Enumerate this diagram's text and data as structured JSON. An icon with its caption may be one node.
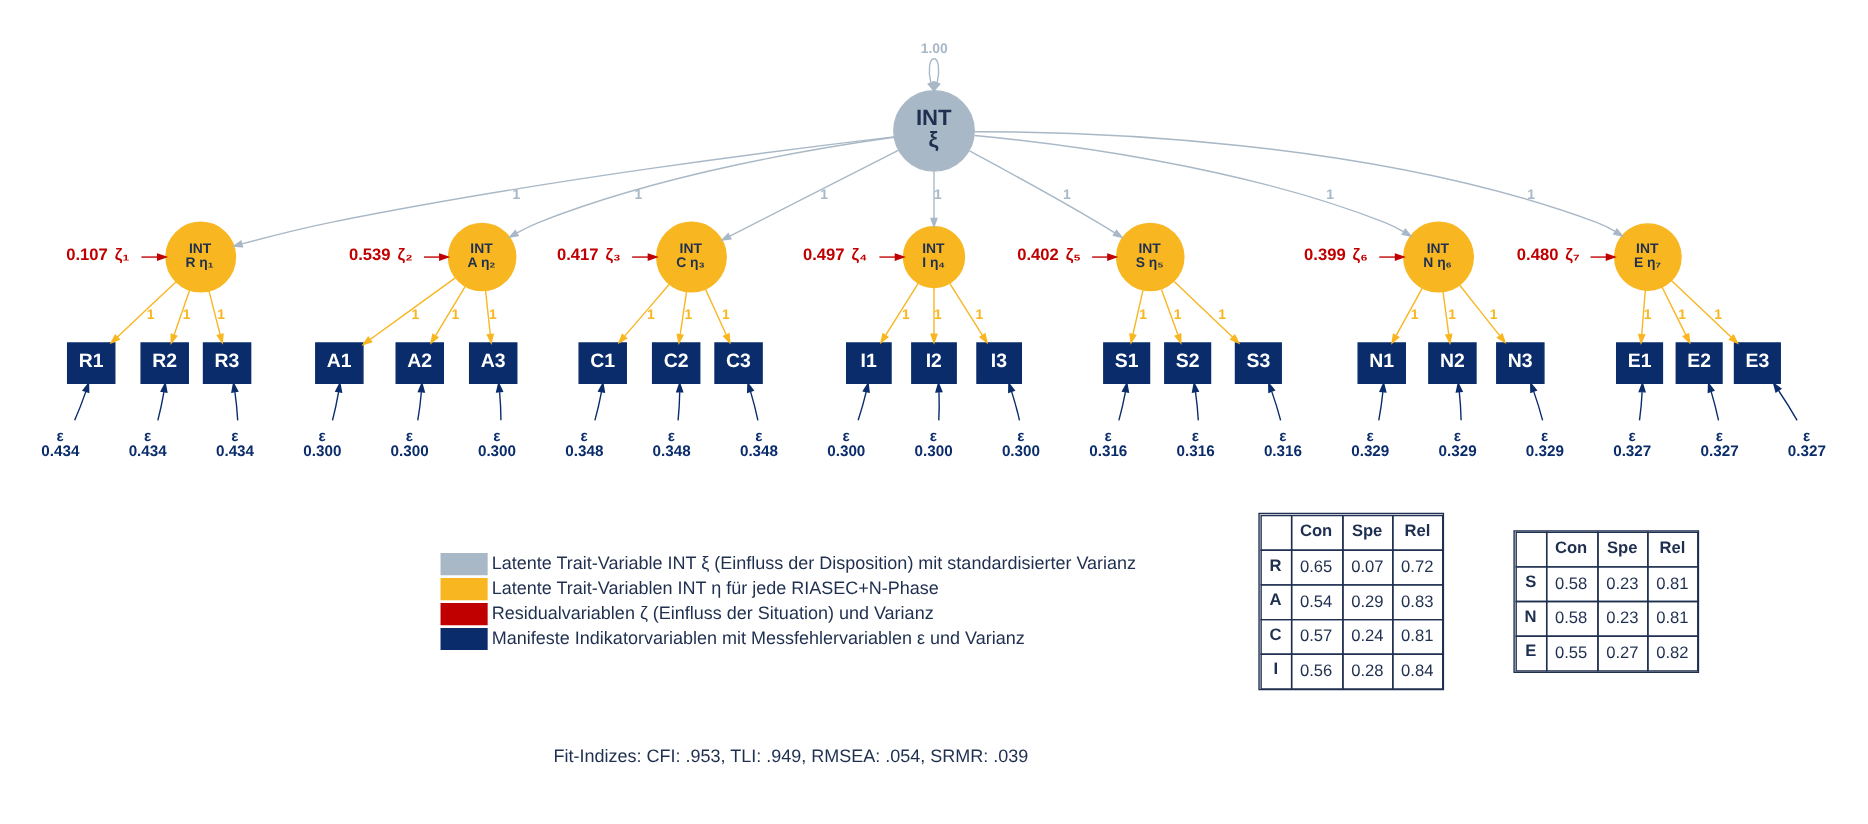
{
  "diagram": {
    "nodes": [
      {
        "text": [
          "INT",
          "ξ"
        ]
      },
      {
        "text": [
          "ζ₁"
        ],
        "beside": [
          "0.107"
        ]
      },
      {
        "text": [
          "INT",
          "R η₁"
        ]
      },
      {
        "text": [
          "ζ₂"
        ],
        "beside": [
          "0.539"
        ]
      },
      {
        "text": [
          "INT",
          "A η₂"
        ]
      },
      {
        "text": [
          "ζ₃"
        ],
        "beside": [
          "0.417"
        ]
      },
      {
        "text": [
          "INT",
          "C η₃"
        ]
      },
      {
        "text": [
          "ζ₄"
        ],
        "beside": [
          "0.497"
        ]
      },
      {
        "text": [
          "INT",
          "I η₄"
        ]
      },
      {
        "text": [
          "ζ₅"
        ],
        "beside": [
          "0.402"
        ]
      },
      {
        "text": [
          "INT",
          "S η₅"
        ]
      },
      {
        "text": [
          "ζ₆"
        ],
        "beside": [
          "0.399"
        ]
      },
      {
        "text": [
          "INT",
          "N η₆"
        ]
      },
      {
        "text": [
          "ζ₇"
        ],
        "beside": [
          "0.480"
        ]
      },
      {
        "text": [
          "INT",
          "E η₇"
        ]
      },
      {
        "text": [
          "R1"
        ]
      },
      {
        "text": [
          "R2"
        ]
      },
      {
        "text": [
          "R3"
        ]
      },
      {
        "text": [
          "A1"
        ]
      },
      {
        "text": [
          "A2"
        ]
      },
      {
        "text": [
          "A3"
        ]
      },
      {
        "text": [
          "C1"
        ]
      },
      {
        "text": [
          "C2"
        ]
      },
      {
        "text": [
          "C3"
        ]
      },
      {
        "text": [
          "I1"
        ]
      },
      {
        "text": [
          "I2"
        ]
      },
      {
        "text": [
          "I3"
        ]
      },
      {
        "text": [
          "S1"
        ]
      },
      {
        "text": [
          "S2"
        ]
      },
      {
        "text": [
          "S3"
        ]
      },
      {
        "text": [
          "N1"
        ]
      },
      {
        "text": [
          "N2"
        ]
      },
      {
        "text": [
          "N3"
        ]
      },
      {
        "text": [
          "E1"
        ]
      },
      {
        "text": [
          "E2"
        ]
      },
      {
        "text": [
          "E3"
        ]
      },
      {
        "text": [
          "ε"
        ],
        "beside": [
          "0.434"
        ]
      },
      {
        "text": [
          "ε"
        ],
        "beside": [
          "0.434"
        ]
      },
      {
        "text": [
          "ε"
        ],
        "beside": [
          "0.434"
        ]
      },
      {
        "text": [
          "ε"
        ],
        "beside": [
          "0.300"
        ]
      },
      {
        "text": [
          "ε"
        ],
        "beside": [
          "0.300"
        ]
      },
      {
        "text": [
          "ε"
        ],
        "beside": [
          "0.300"
        ]
      },
      {
        "text": [
          "ε"
        ],
        "beside": [
          "0.348"
        ]
      },
      {
        "text": [
          "ε"
        ],
        "beside": [
          "0.348"
        ]
      },
      {
        "text": [
          "ε"
        ],
        "beside": [
          "0.348"
        ]
      },
      {
        "text": [
          "ε"
        ],
        "beside": [
          "0.300"
        ]
      },
      {
        "text": [
          "ε"
        ],
        "beside": [
          "0.300"
        ]
      },
      {
        "text": [
          "ε"
        ],
        "beside": [
          "0.300"
        ]
      },
      {
        "text": [
          "ε"
        ],
        "beside": [
          "0.316"
        ]
      },
      {
        "text": [
          "ε"
        ],
        "beside": [
          "0.316"
        ]
      },
      {
        "text": [
          "ε"
        ],
        "beside": [
          "0.316"
        ]
      },
      {
        "text": [
          "ε"
        ],
        "beside": [
          "0.329"
        ]
      },
      {
        "text": [
          "ε"
        ],
        "beside": [
          "0.329"
        ]
      },
      {
        "text": [
          "ε"
        ],
        "beside": [
          "0.329"
        ]
      },
      {
        "text": [
          "ε"
        ],
        "beside": [
          "0.327"
        ]
      },
      {
        "text": [
          "ε"
        ],
        "beside": [
          "0.327"
        ]
      },
      {
        "text": [
          "ε"
        ],
        "beside": [
          "0.327"
        ]
      }
    ],
    "edges": [
      {
        "from": 0,
        "to": 0,
        "arrow": "both",
        "label": "1.00",
        "color": "#a9b8c6"
      },
      {
        "from": 0,
        "to": 2,
        "arrow": "to",
        "label": "1",
        "color": "#a9b8c6"
      },
      {
        "from": 0,
        "to": 4,
        "arrow": "to",
        "label": "1",
        "color": "#a9b8c6"
      },
      {
        "from": 0,
        "to": 6,
        "arrow": "to",
        "label": "1",
        "color": "#a9b8c6"
      },
      {
        "from": 0,
        "to": 8,
        "arrow": "to",
        "label": "1",
        "color": "#a9b8c6"
      },
      {
        "from": 0,
        "to": 10,
        "arrow": "to",
        "label": "1",
        "color": "#a9b8c6"
      },
      {
        "from": 0,
        "to": 12,
        "arrow": "to",
        "label": "1",
        "color": "#a9b8c6"
      },
      {
        "from": 0,
        "to": 14,
        "arrow": "to",
        "label": "1",
        "color": "#a9b8c6"
      },
      {
        "from": 1,
        "to": 2,
        "arrow": "to",
        "color": "#c00000"
      },
      {
        "from": 3,
        "to": 4,
        "arrow": "to",
        "color": "#c00000"
      },
      {
        "from": 5,
        "to": 6,
        "arrow": "to",
        "color": "#c00000"
      },
      {
        "from": 7,
        "to": 8,
        "arrow": "to",
        "color": "#c00000"
      },
      {
        "from": 9,
        "to": 10,
        "arrow": "to",
        "color": "#c00000"
      },
      {
        "from": 11,
        "to": 12,
        "arrow": "to",
        "color": "#c00000"
      },
      {
        "from": 13,
        "to": 14,
        "arrow": "to",
        "color": "#c00000"
      },
      {
        "from": 2,
        "to": 15,
        "arrow": "to",
        "label": "1",
        "color": "#f8b620"
      },
      {
        "from": 2,
        "to": 16,
        "arrow": "to",
        "label": "1",
        "color": "#f8b620"
      },
      {
        "from": 2,
        "to": 17,
        "arrow": "to",
        "label": "1",
        "color": "#f8b620"
      },
      {
        "from": 4,
        "to": 18,
        "arrow": "to",
        "label": "1",
        "color": "#f8b620"
      },
      {
        "from": 4,
        "to": 19,
        "arrow": "to",
        "label": "1",
        "color": "#f8b620"
      },
      {
        "from": 4,
        "to": 20,
        "arrow": "to",
        "label": "1",
        "color": "#f8b620"
      },
      {
        "from": 6,
        "to": 21,
        "arrow": "to",
        "label": "1",
        "color": "#f8b620"
      },
      {
        "from": 6,
        "to": 22,
        "arrow": "to",
        "label": "1",
        "color": "#f8b620"
      },
      {
        "from": 6,
        "to": 23,
        "arrow": "to",
        "label": "1",
        "color": "#f8b620"
      },
      {
        "from": 8,
        "to": 24,
        "arrow": "to",
        "label": "1",
        "color": "#f8b620"
      },
      {
        "from": 8,
        "to": 25,
        "arrow": "to",
        "label": "1",
        "color": "#f8b620"
      },
      {
        "from": 8,
        "to": 26,
        "arrow": "to",
        "label": "1",
        "color": "#f8b620"
      },
      {
        "from": 10,
        "to": 27,
        "arrow": "to",
        "label": "1",
        "color": "#f8b620"
      },
      {
        "from": 10,
        "to": 28,
        "arrow": "to",
        "label": "1",
        "color": "#f8b620"
      },
      {
        "from": 10,
        "to": 29,
        "arrow": "to",
        "label": "1",
        "color": "#f8b620"
      },
      {
        "from": 12,
        "to": 30,
        "arrow": "to",
        "label": "1",
        "color": "#f8b620"
      },
      {
        "from": 12,
        "to": 31,
        "arrow": "to",
        "label": "1",
        "color": "#f8b620"
      },
      {
        "from": 12,
        "to": 32,
        "arrow": "to",
        "label": "1",
        "color": "#f8b620"
      },
      {
        "from": 14,
        "to": 33,
        "arrow": "to",
        "label": "1",
        "color": "#f8b620"
      },
      {
        "from": 14,
        "to": 34,
        "arrow": "to",
        "label": "1",
        "color": "#f8b620"
      },
      {
        "from": 14,
        "to": 35,
        "arrow": "to",
        "label": "1",
        "color": "#f8b620"
      },
      {
        "from": 36,
        "to": 15,
        "arrow": "to",
        "color": "#0a2c6b"
      },
      {
        "from": 37,
        "to": 16,
        "arrow": "to",
        "color": "#0a2c6b"
      },
      {
        "from": 38,
        "to": 17,
        "arrow": "to",
        "color": "#0a2c6b"
      },
      {
        "from": 39,
        "to": 18,
        "arrow": "to",
        "color": "#0a2c6b"
      },
      {
        "from": 40,
        "to": 19,
        "arrow": "to",
        "color": "#0a2c6b"
      },
      {
        "from": 41,
        "to": 20,
        "arrow": "to",
        "color": "#0a2c6b"
      },
      {
        "from": 42,
        "to": 21,
        "arrow": "to",
        "color": "#0a2c6b"
      },
      {
        "from": 43,
        "to": 22,
        "arrow": "to",
        "color": "#0a2c6b"
      },
      {
        "from": 44,
        "to": 23,
        "arrow": "to",
        "color": "#0a2c6b"
      },
      {
        "from": 45,
        "to": 24,
        "arrow": "to",
        "color": "#0a2c6b"
      },
      {
        "from": 46,
        "to": 25,
        "arrow": "to",
        "color": "#0a2c6b"
      },
      {
        "from": 47,
        "to": 26,
        "arrow": "to",
        "color": "#0a2c6b"
      },
      {
        "from": 48,
        "to": 27,
        "arrow": "to",
        "color": "#0a2c6b"
      },
      {
        "from": 49,
        "to": 28,
        "arrow": "to",
        "color": "#0a2c6b"
      },
      {
        "from": 50,
        "to": 29,
        "arrow": "to",
        "color": "#0a2c6b"
      },
      {
        "from": 51,
        "to": 30,
        "arrow": "to",
        "color": "#0a2c6b"
      },
      {
        "from": 52,
        "to": 31,
        "arrow": "to",
        "color": "#0a2c6b"
      },
      {
        "from": 53,
        "to": 32,
        "arrow": "to",
        "color": "#0a2c6b"
      },
      {
        "from": 54,
        "to": 33,
        "arrow": "to",
        "color": "#0a2c6b"
      },
      {
        "from": 55,
        "to": 34,
        "arrow": "to",
        "color": "#0a2c6b"
      },
      {
        "from": 56,
        "to": 35,
        "arrow": "to",
        "color": "#0a2c6b"
      }
    ],
    "labels": [
      "Fit-Indizes: CFI: .953, TLI: .949, RMSEA: .054, SRMR: .039",
      "Con",
      "Spe",
      "Rel",
      "R",
      "0.65",
      "0.07",
      "0.72",
      "A",
      "0.54",
      "0.29",
      "0.83",
      "C",
      "0.57",
      "0.24",
      "0.81",
      "I",
      "0.56",
      "0.28",
      "0.84",
      "Con",
      "Spe",
      "Rel",
      "S",
      "0.58",
      "0.23",
      "0.81",
      "N",
      "0.58",
      "0.23",
      "0.81",
      "E",
      "0.55",
      "0.27",
      "0.82"
    ],
    "legend": [
      {
        "text": "Latente Trait-Variable INT ξ (Einfluss der Disposition) mit standardisierter Varianz",
        "color": "#a9b8c6"
      },
      {
        "text": "Latente Trait-Variablen INT η für jede RIASEC+N-Phase",
        "color": "#f8b620"
      },
      {
        "text": "Residualvariablen ζ (Einfluss der Situation) und Varianz",
        "color": "#c00000"
      },
      {
        "text": "Manifeste Indikatorvariablen mit Messfehlervariablen ε und Varianz",
        "color": "#0a2c6b"
      }
    ]
  }
}
